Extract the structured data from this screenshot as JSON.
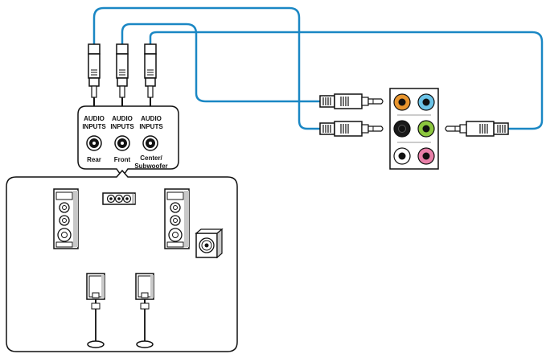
{
  "speaker_inputs": [
    {
      "line1": "AUDIO",
      "line2": "INPUTS",
      "name": "Rear",
      "name2": ""
    },
    {
      "line1": "AUDIO",
      "line2": "INPUTS",
      "name": "Front",
      "name2": ""
    },
    {
      "line1": "AUDIO",
      "line2": "INPUTS",
      "name": "Center/",
      "name2": "Subwoofer"
    }
  ],
  "colors": {
    "cable": "#1a87c4",
    "jack_orange": "#e8952e",
    "jack_blue": "#6cc4e8",
    "jack_black": "#1a1a1a",
    "jack_green": "#8cc63f",
    "jack_white": "#ffffff",
    "jack_pink": "#e87fa8"
  },
  "icons": [
    "rca-plug-icon",
    "mini-jack-plug-icon",
    "front-speaker-icon",
    "center-speaker-icon",
    "subwoofer-icon",
    "rear-speaker-icon",
    "audio-port-panel-icon"
  ]
}
